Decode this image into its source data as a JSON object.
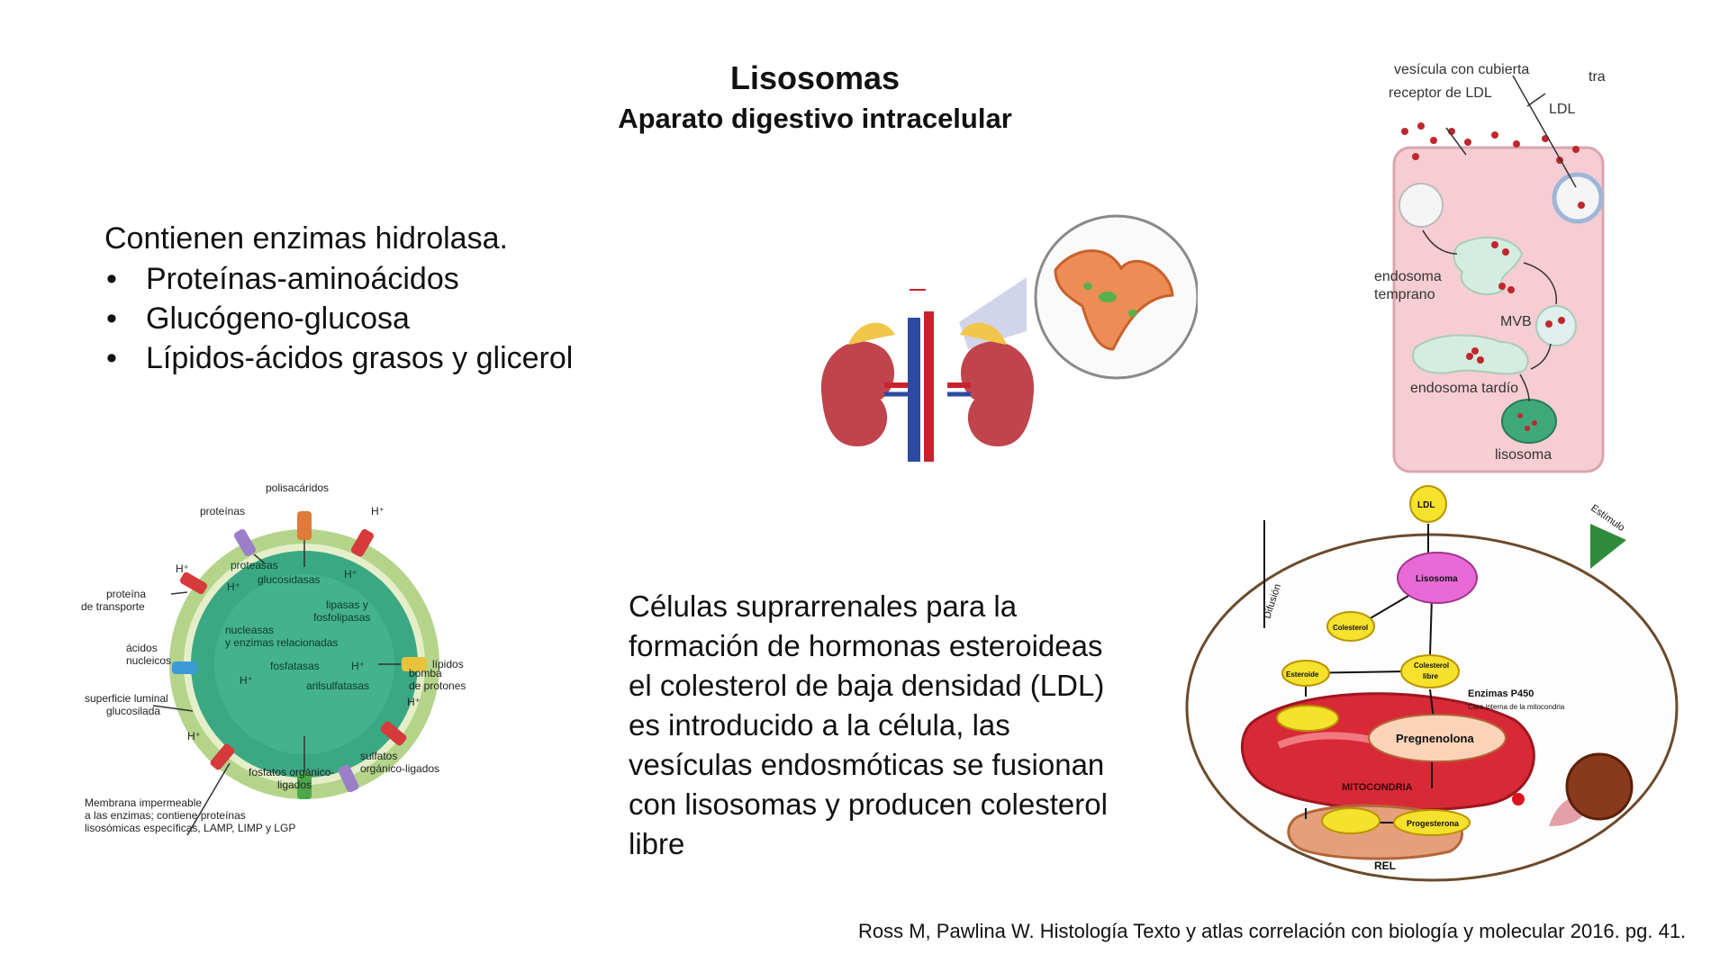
{
  "slide": {
    "title": "Lisosomas",
    "subtitle": "Aparato digestivo intracelular",
    "intro": "Contienen enzimas hidrolasa.",
    "bullets": [
      "Proteínas-aminoácidos",
      "Glucógeno-glucosa",
      "Lípidos-ácidos grasos y glicerol"
    ],
    "paragraph": "Células suprarrenales para la formación de hormonas esteroideas el colesterol de baja densidad (LDL) es introducido a la célula, las vesículas endosmóticas se fusionan con lisosomas y producen colesterol libre",
    "citation": "Ross M, Pawlina W.  Histología Texto y atlas  correlación con biología y molecular 2016. pg. 41."
  },
  "lysosome_diagram": {
    "labels": {
      "polisacaridos": "polisacáridos",
      "proteinas": "proteínas",
      "h_plus": "H⁺",
      "proteasas": "proteasas",
      "glucosidasas": "glucosidasas",
      "lipasas": "lipasas y",
      "fosfolipasas": "fosfolipasas",
      "lipidos": "lípidos",
      "proteina_transporte_1": "proteína",
      "proteina_transporte_2": "de transporte",
      "nucleasas": "nucleasas",
      "enzimas_relacionadas": "y enzimas relacionadas",
      "acidos": "ácidos",
      "nucleicos": "nucleicos",
      "fosfatasas": "fosfatasas",
      "arilsulfatasas": "arilsulfatasas",
      "bomba": "bomba",
      "protones": "de protones",
      "superficie_1": "superficie luminal",
      "superficie_2": "glucosilada",
      "sulfatos_1": "sulfatos",
      "sulfatos_2": "orgánico-ligados",
      "fosfatos_1": "fosfatos orgánico-",
      "fosfatos_2": "ligados",
      "membrana_1": "Membrana impermeable",
      "membrana_2": "a las enzimas; contiene proteínas",
      "membrana_3": "lisosómicas específicas, LAMP, LIMP y LGP"
    },
    "colors": {
      "lumen": "#3aa882",
      "membrane": "#b4d48a"
    }
  },
  "endocytosis_diagram": {
    "labels": {
      "vesicula": "vesícula con cubierta",
      "receptor": "receptor de LDL",
      "tra": "tra",
      "ldl": "LDL",
      "endosoma_temprano_1": "endosoma",
      "endosoma_temprano_2": "temprano",
      "mvb": "MVB",
      "endosoma_tardio": "endosoma tardío",
      "lisosoma": "lisosoma"
    },
    "colors": {
      "cell": "#f6cdd3",
      "ldl": "#c0272d"
    }
  },
  "steroid_diagram": {
    "labels": {
      "ldl": "LDL",
      "estimulo": "Estímulo",
      "difusion": "Difusión",
      "lisosoma": "Lisosoma",
      "colesterol": "Colesterol",
      "colesterol_libre_1": "Colesterol",
      "colesterol_libre_2": "libre",
      "esteroide": "Esteroide",
      "enzimas": "Enzimas P450",
      "cara_interna": "Cara interna de la mitocondria",
      "pregnenolona": "Pregnenolona",
      "mitocondria": "MITOCONDRIA",
      "progesterona": "Progesterona",
      "rel": "REL"
    },
    "colors": {
      "lisosoma": "#e86ad6",
      "yellow": "#f6e12d",
      "mito": "#d82a36",
      "arrow": "#2e8b3a"
    }
  }
}
